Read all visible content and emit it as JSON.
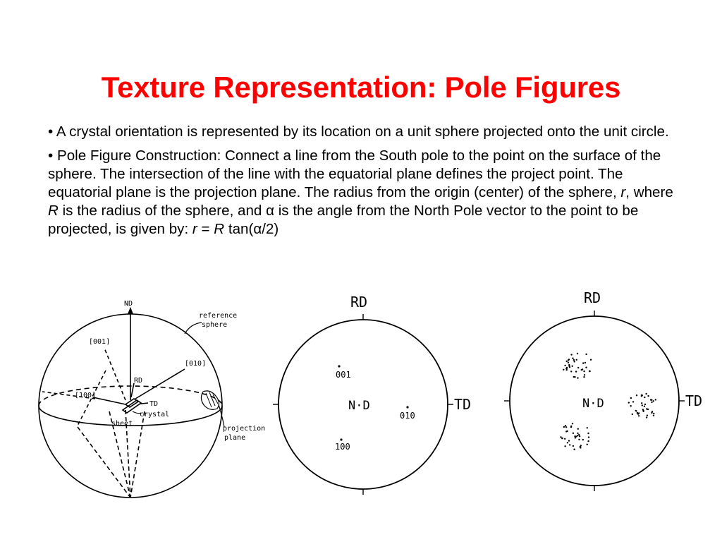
{
  "title": "Texture Representation: Pole Figures",
  "bullet1": {
    "marker": "•",
    "text": "A crystal orientation is represented by its location on a unit sphere projected onto the unit circle."
  },
  "bullet2": {
    "marker": "•",
    "part1": "Pole Figure Construction: Connect a line from the South pole to the point on the surface of the sphere.  The intersection of the line with the equatorial plane defines the project point.  The equatorial plane is the projection plane.  The radius from the origin (center) of the sphere, ",
    "var_r": "r",
    "part2": ", where ",
    "var_R": "R",
    "part3": " is the radius of the sphere, and ",
    "alpha": "α",
    "part4": " is the angle from the North Pole vector to the point to be projected, is given by:  ",
    "formula": {
      "r": "r",
      "eq": " = ",
      "R": "R",
      "tan_open": " tan(",
      "alpha": "α",
      "tail": "/2)"
    }
  },
  "sphere_figure": {
    "nd": "ND",
    "reference_line1": "reference",
    "reference_line2": "sphere",
    "dir_001": "[001]",
    "dir_010": "[010]",
    "dir_100": "[100]",
    "rd": "RD",
    "td": "TD",
    "crystal": "crystal",
    "sheet": "sheet",
    "projection_line1": "projection",
    "projection_line2": "plane"
  },
  "pole_figure_1": {
    "rd": "RD",
    "td": "TD",
    "nd": "N·D",
    "p001": "001",
    "p010": "010",
    "p100": "100"
  },
  "pole_figure_2": {
    "rd": "RD",
    "td": "TD",
    "nd": "N·D"
  }
}
